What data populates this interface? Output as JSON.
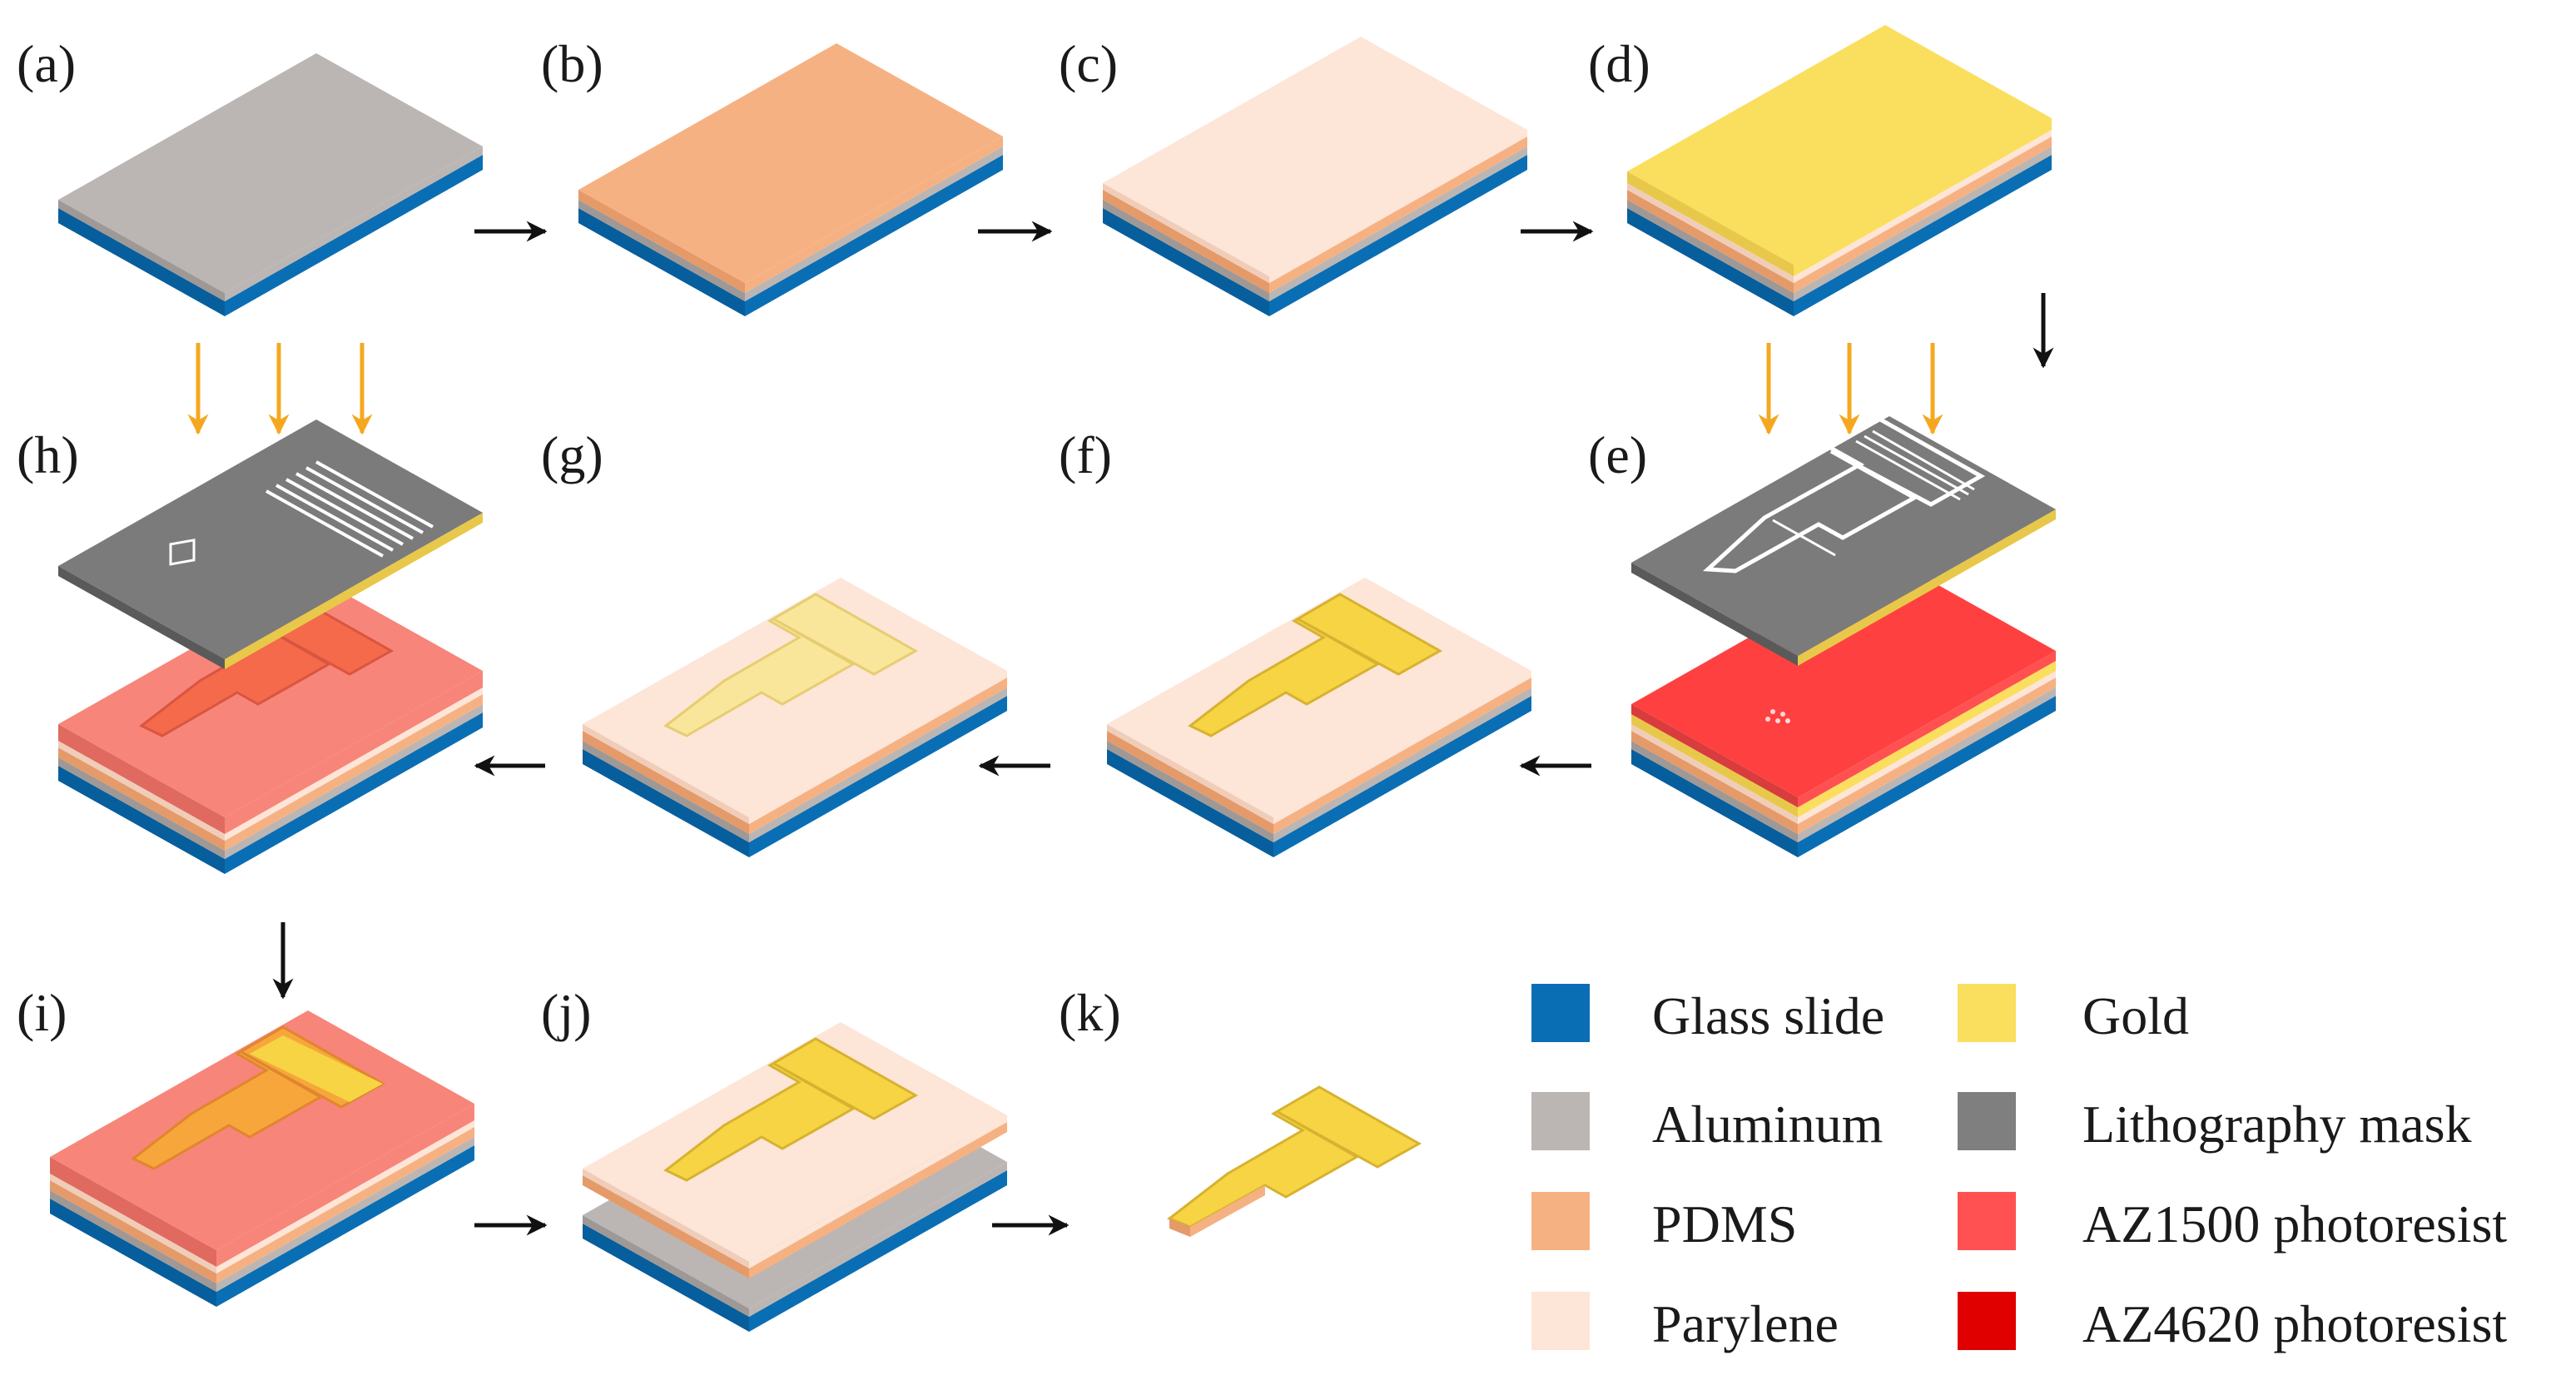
{
  "steps": [
    {
      "id": "a",
      "label": "(a)"
    },
    {
      "id": "b",
      "label": "(b)"
    },
    {
      "id": "c",
      "label": "(c)"
    },
    {
      "id": "d",
      "label": "(d)"
    },
    {
      "id": "e",
      "label": "(e)"
    },
    {
      "id": "f",
      "label": "(f)"
    },
    {
      "id": "g",
      "label": "(g)"
    },
    {
      "id": "h",
      "label": "(h)"
    },
    {
      "id": "i",
      "label": "(i)"
    },
    {
      "id": "j",
      "label": "(j)"
    },
    {
      "id": "k",
      "label": "(k)"
    }
  ],
  "legend": [
    {
      "label": "Glass slide",
      "color": "#0a6eb4"
    },
    {
      "label": "Aluminum",
      "color": "#bbb6b3"
    },
    {
      "label": "PDMS",
      "color": "#f6b183"
    },
    {
      "label": "Parylene",
      "color": "#fde5d7"
    },
    {
      "label": "Gold",
      "color": "#fade5e"
    },
    {
      "label": "Lithography mask",
      "color": "#7f7f7f"
    },
    {
      "label": "AZ1500 photoresist",
      "color": "#ff5151"
    },
    {
      "label": "AZ4620 photoresist",
      "color": "#e00000"
    }
  ],
  "colors": {
    "uv_arrow": "#f5a81f",
    "flow_arrow": "#111111",
    "mask": "#7b7b7b"
  }
}
